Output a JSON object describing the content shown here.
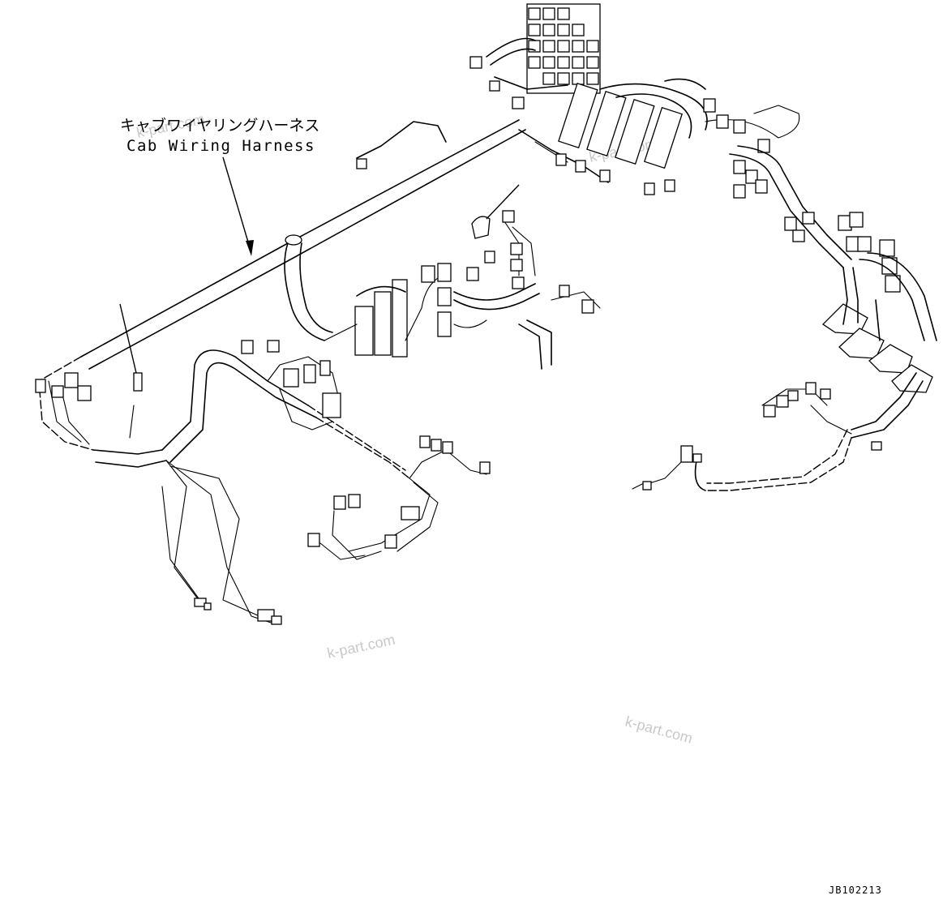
{
  "callout": {
    "label_jp": "キャブワイヤリングハーネス",
    "label_en": "Cab Wiring Harness"
  },
  "drawing_id": "JB102213",
  "watermarks": [
    "k-part.com",
    "k-part.com",
    "k-part.com",
    "k-part.com"
  ]
}
